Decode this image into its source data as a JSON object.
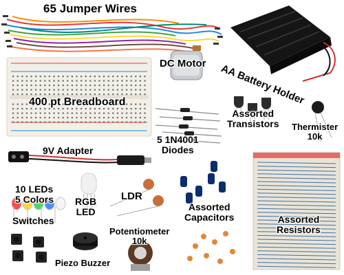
{
  "labels": {
    "jumper_wires": "65 Jumper Wires",
    "dc_motor": "DC Motor",
    "battery_holder": "AA Battery Holder",
    "breadboard": "400 pt Breadboard",
    "diodes_line1": "5 1N4001",
    "diodes_line2": "Diodes",
    "transistors_line1": "Assorted",
    "transistors_line2": "Transistors",
    "thermister_line1": "Thermister",
    "thermister_line2": "10k",
    "adapter": "9V Adapter",
    "leds_line1": "10 LEDs",
    "leds_line2": "5 Colors",
    "rgb_line1": "RGB",
    "rgb_line2": "LED",
    "ldr": "LDR",
    "capacitors_line1": "Assorted",
    "capacitors_line2": "Capacitors",
    "resistors_line1": "Assorted",
    "resistors_line2": "Resistors",
    "switches": "Switches",
    "potentiometer_line1": "Potentiometer",
    "potentiometer_line2": "10k",
    "buzzer": "Piezo Buzzer"
  },
  "colors": {
    "background": "#ffffff",
    "breadboard": "#f2efe8",
    "battery_holder": "#151515",
    "led_colors": [
      "#ff2a2a",
      "#ffd21a",
      "#2fd24a",
      "#2a7bff",
      "#f5f5f5"
    ]
  }
}
